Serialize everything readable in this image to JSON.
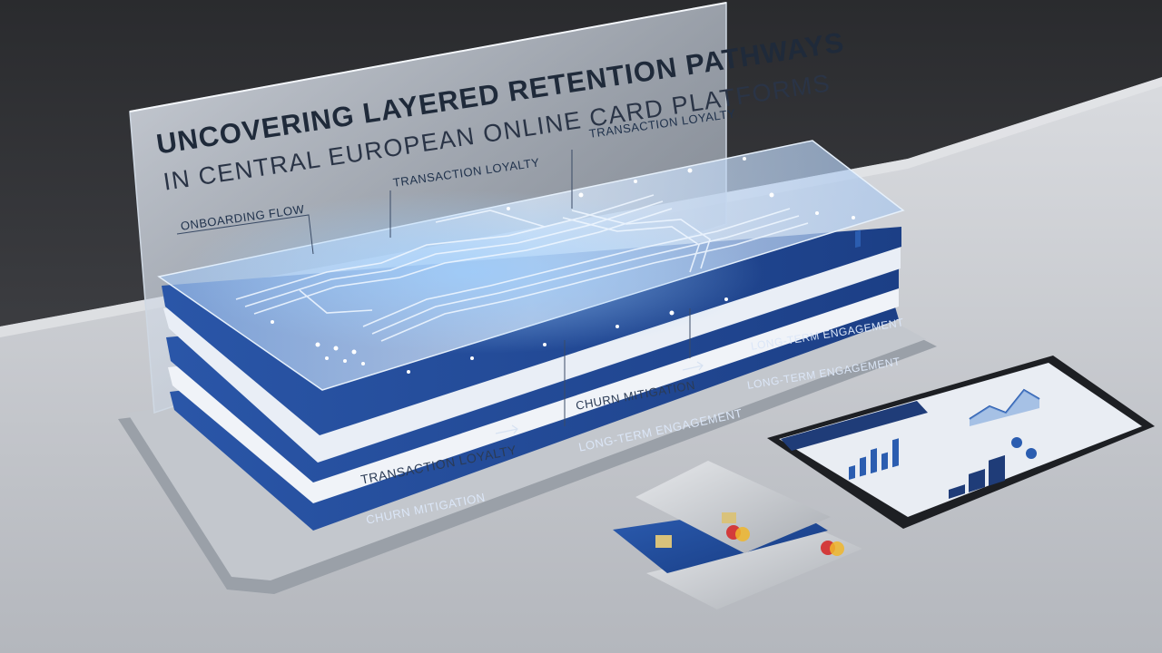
{
  "panel": {
    "title_line1": "Uncovering Layered Retention Pathways",
    "title_line2": "in Central European Online Card Platforms"
  },
  "top_labels": {
    "onboarding": "Onboarding Flow",
    "transaction_1": "Transaction Loyalty",
    "transaction_2": "Transaction Loyalty"
  },
  "layer_labels": {
    "churn_mitigation_right": "Churn Mitigation",
    "long_term_top": "Long-Term Engagement",
    "long_term_right": "Long-Term Engagement",
    "long_term_mid": "Long-Term Engagement",
    "transaction_loyalty_front": "Transaction Loyalty",
    "churn_mitigation_front": "Churn Mitigation"
  },
  "colors": {
    "accent_blue": "#1f4fa0",
    "glass": "#cfe0f5",
    "desk": "#c9ccd1"
  }
}
